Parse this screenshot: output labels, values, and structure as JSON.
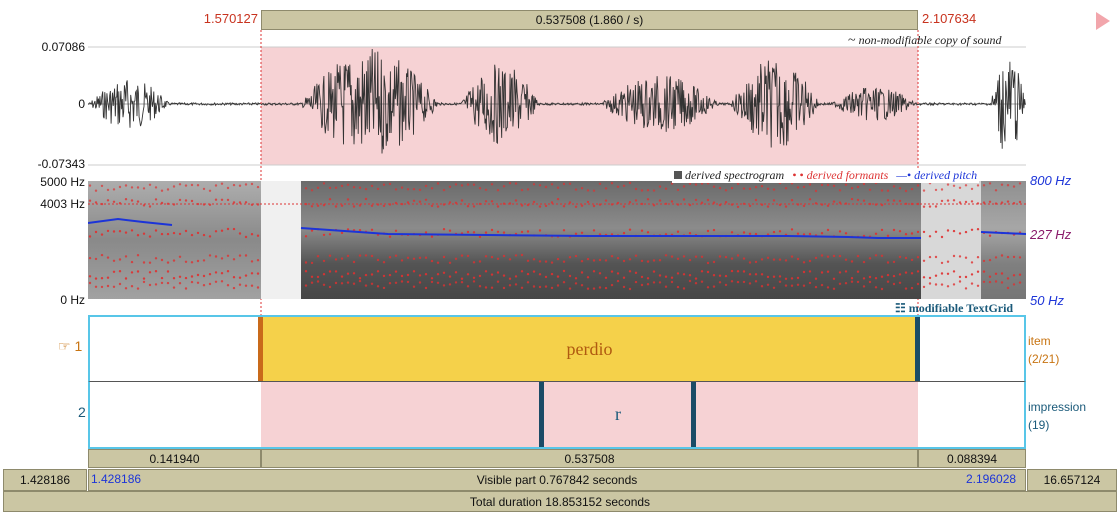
{
  "top": {
    "sel_start": "1.570127",
    "sel_duration": "0.537508 (1.860 / s)",
    "sel_end": "2.107634"
  },
  "wave": {
    "ymax": "0.07086",
    "yzero": "0",
    "ymin": "-0.07343",
    "note_symbol": "~",
    "note": "non-modifiable copy of sound"
  },
  "spec": {
    "ytop": "5000 Hz",
    "ymid": "4003 Hz",
    "ybot": "0 Hz",
    "legend_spectrogram": "derived spectrogram",
    "legend_formants": "derived formants",
    "legend_pitch": "derived pitch",
    "pitch_top": "800 Hz",
    "pitch_mid": "227 Hz",
    "pitch_bot": "50 Hz",
    "textgrid_note": "modifiable TextGrid"
  },
  "tiers": [
    {
      "number": "1",
      "pointer": "☞",
      "name": "item",
      "count": "(2/21)",
      "label": "perdio"
    },
    {
      "number": "2",
      "name": "impression",
      "count": "(19)",
      "label": "r"
    }
  ],
  "bottom": {
    "seg_left": "0.141940",
    "seg_mid": "0.537508",
    "seg_right": "0.088394",
    "win_start": "1.428186",
    "vis_start": "1.428186",
    "visible": "Visible part 0.767842 seconds",
    "vis_end": "2.196028",
    "win_end": "16.657124",
    "total": "Total duration 18.853152 seconds"
  },
  "colors": {
    "selection": "#f6d2d4",
    "interval": "#f5d14a",
    "tier_border": "#58c6e8",
    "pitch": "#1c34d8",
    "formant": "#e03030"
  }
}
